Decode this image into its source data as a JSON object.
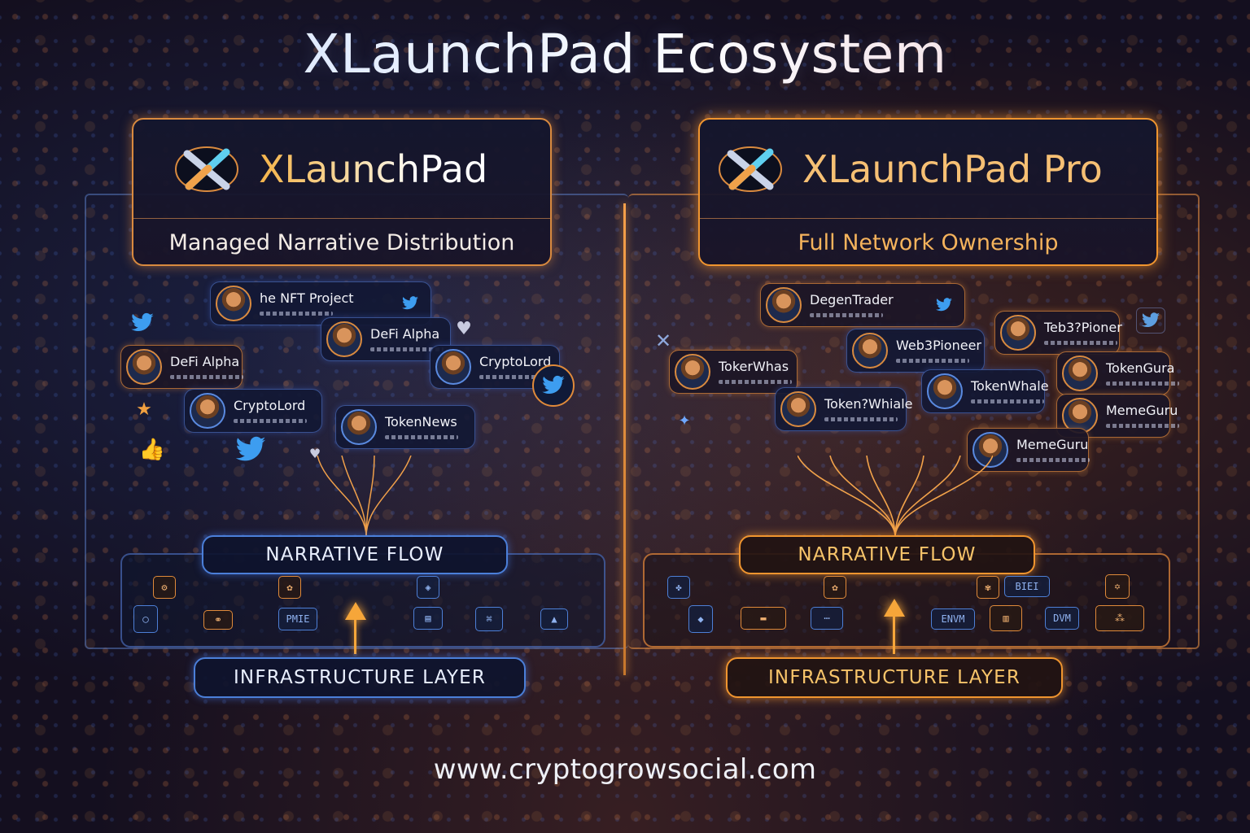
{
  "title": "XLaunchPad Ecosystem",
  "colors": {
    "blue_accent": "#4b7fd9",
    "orange_accent": "#f0952f",
    "background": "#140f1f",
    "gold_text": "#f7c46a"
  },
  "left_panel": {
    "brand": "XLaunchPad",
    "subtitle": "Managed Narrative Distribution",
    "logo_icon": "x-logo-icon",
    "accounts": [
      {
        "name": "he NFT Project",
        "icon": "twitter-bird-icon"
      },
      {
        "name": "DeFi Alpha"
      },
      {
        "name": "DeFi Alpha"
      },
      {
        "name": "CryptoLord"
      },
      {
        "name": "CryptoLord"
      },
      {
        "name": "TokenNews"
      }
    ],
    "decor_icons": [
      "twitter-bird-icon",
      "heart-icon",
      "thumbs-up-icon",
      "star-icon"
    ],
    "narrative_flow_label": "NARRATIVE FLOW",
    "infrastructure_label": "INFRASTRUCTURE LAYER",
    "infra_tiles": [
      "",
      "",
      "PMIE",
      "",
      "",
      ""
    ]
  },
  "right_panel": {
    "brand": "XLaunchPad Pro",
    "subtitle": "Full Network Ownership",
    "logo_icon": "x-logo-icon",
    "accounts": [
      {
        "name": "DegenTrader",
        "icon": "twitter-bird-icon"
      },
      {
        "name": "TokerWhas"
      },
      {
        "name": "Web3Pioneer"
      },
      {
        "name": "Teb3?Pioner"
      },
      {
        "name": "TokenGura"
      },
      {
        "name": "TokenWhale"
      },
      {
        "name": "Token?Whiale"
      },
      {
        "name": "MemeGuru"
      },
      {
        "name": "MemeGuru"
      }
    ],
    "decor_icons": [
      "twitter-bird-icon",
      "x-cross-icon",
      "shield-icon"
    ],
    "narrative_flow_label": "NARRATIVE FLOW",
    "infrastructure_label": "INFRASTRUCTURE LAYER",
    "infra_tiles": [
      "",
      "",
      "BIEI",
      "",
      "ENVM",
      "",
      "DVM"
    ]
  },
  "footer": {
    "url": "www.cryptogrowsocial.com"
  }
}
